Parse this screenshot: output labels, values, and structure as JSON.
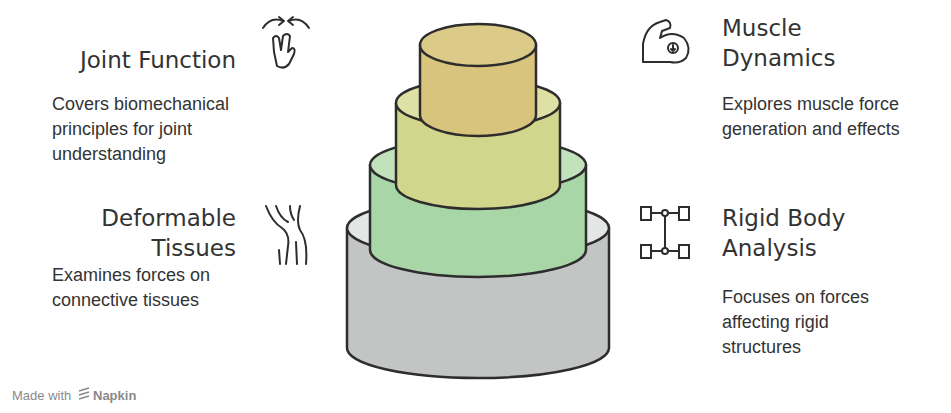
{
  "diagram": {
    "nodes": [
      {
        "text": [
          "Joint Function",
          "Covers biomechanical principles for joint understanding"
        ]
      },
      {
        "text": [
          "Muscle Dynamics",
          "Explores muscle force generation and effects"
        ]
      },
      {
        "text": [
          "Deformable Tissues",
          "Examines forces on connective tissues"
        ]
      },
      {
        "text": [
          "Rigid Body Analysis",
          "Focuses on forces affecting rigid structures"
        ]
      }
    ],
    "labels": [
      "Made with",
      "Napkin"
    ]
  }
}
